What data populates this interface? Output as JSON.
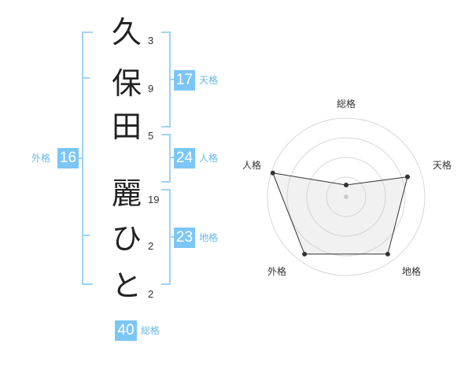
{
  "name_chars": [
    {
      "char": "久",
      "strokes": "3"
    },
    {
      "char": "保",
      "strokes": "9"
    },
    {
      "char": "田",
      "strokes": "5"
    },
    {
      "char": "麗",
      "strokes": "19"
    },
    {
      "char": "ひ",
      "strokes": "2"
    },
    {
      "char": "と",
      "strokes": "2"
    }
  ],
  "fortune": {
    "tenkaku": {
      "value": "17",
      "label": "天格"
    },
    "jinkaku": {
      "value": "24",
      "label": "人格"
    },
    "chikaku": {
      "value": "23",
      "label": "地格"
    },
    "gaikaku": {
      "value": "16",
      "label": "外格"
    },
    "soukaku": {
      "value": "40",
      "label": "総格"
    }
  },
  "colors": {
    "accent": "#7cc6f5",
    "bracket": "#9fd3f5"
  },
  "chart_data": {
    "type": "radar",
    "axes": [
      "総格",
      "天格",
      "地格",
      "外格",
      "人格"
    ],
    "values": [
      0.15,
      0.82,
      0.9,
      0.9,
      0.98
    ],
    "range": [
      0,
      1
    ],
    "rings": 4
  }
}
